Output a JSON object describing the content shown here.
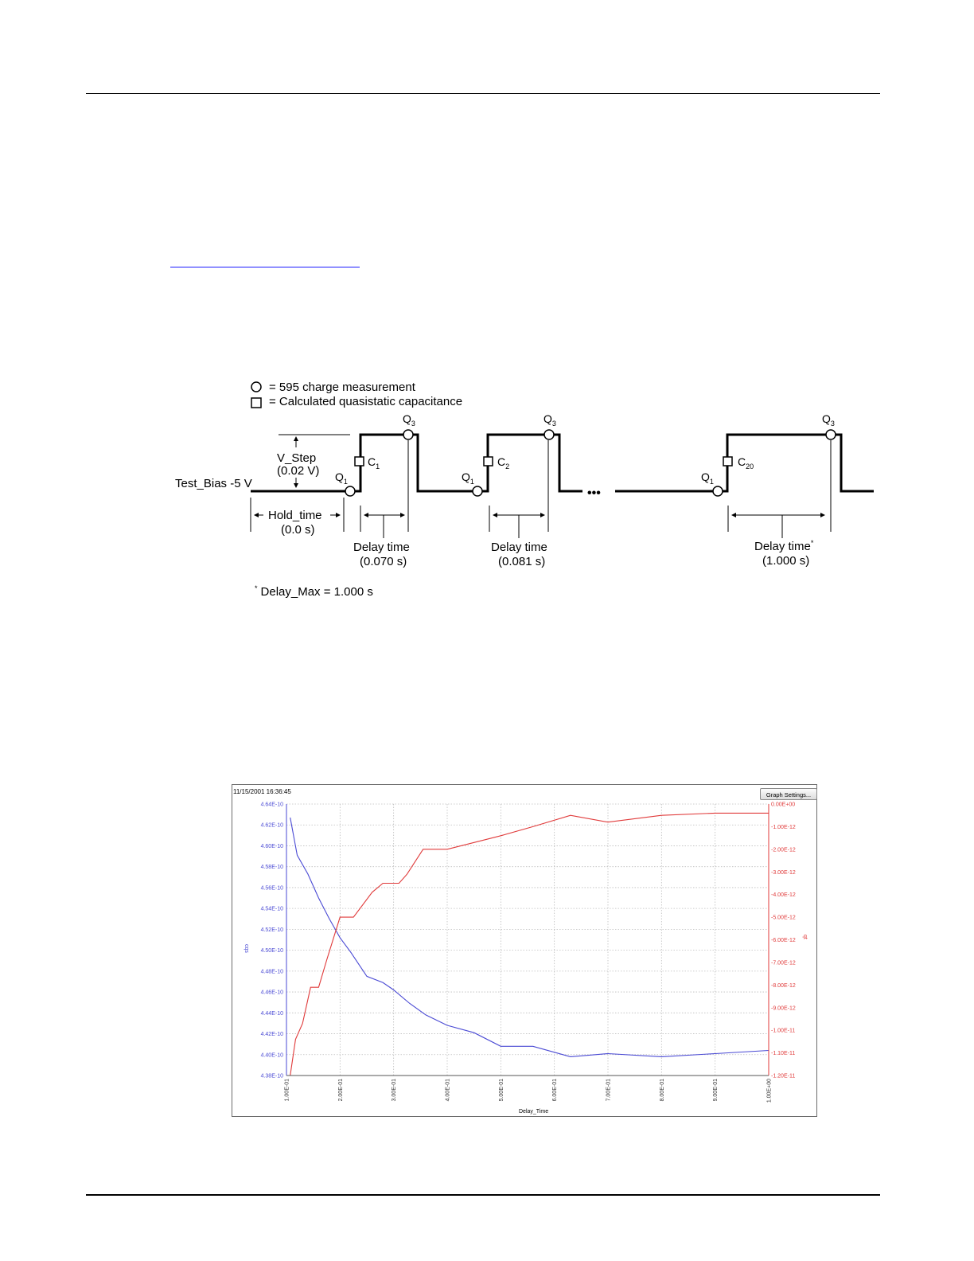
{
  "diagram": {
    "legend_circle": "=  595 charge measurement",
    "legend_square": "=  Calculated quasistatic capacitance",
    "test_bias": "Test_Bias -5 V",
    "v_step": "V_Step",
    "v_step_value": "(0.02 V)",
    "hold_time": "Hold_time",
    "hold_time_value": "(0.0 s)",
    "q1": "Q",
    "q1_sub": "1",
    "q3": "Q",
    "q3_sub": "3",
    "c": "C",
    "c1_sub": "1",
    "c2_sub": "2",
    "c20_sub": "20",
    "delay_time": "Delay time",
    "delay1_value": "(0.070 s)",
    "delay2_value": "(0.081 s)",
    "delay3_value": "(1.000 s)",
    "asterisk": "*",
    "footnote": "Delay_Max = 1.000 s",
    "ellipsis": "•••"
  },
  "screen": {
    "timestamp": "11/15/2001 16:36:45",
    "graph_settings_label": "Graph Settings..."
  },
  "chart_data": {
    "type": "line",
    "xlabel": "Delay_Time",
    "ylabel_left": "cqs",
    "ylabel_right": "qt",
    "x_ticks": [
      "1.00E-01",
      "2.00E-01",
      "3.00E-01",
      "4.00E-01",
      "5.00E-01",
      "6.00E-01",
      "7.00E-01",
      "8.00E-01",
      "9.00E-01",
      "1.00E+00"
    ],
    "y_left_ticks": [
      "4.64E-10",
      "4.62E-10",
      "4.60E-10",
      "4.58E-10",
      "4.56E-10",
      "4.54E-10",
      "4.52E-10",
      "4.50E-10",
      "4.48E-10",
      "4.46E-10",
      "4.44E-10",
      "4.42E-10",
      "4.40E-10",
      "4.38E-10"
    ],
    "y_right_ticks": [
      "0.00E+00",
      "-1.00E-12",
      "-2.00E-12",
      "-3.00E-12",
      "-4.00E-12",
      "-5.00E-12",
      "-6.00E-12",
      "-7.00E-12",
      "-8.00E-12",
      "-9.00E-12",
      "-1.00E-11",
      "-1.10E-11",
      "-1.20E-11"
    ],
    "xlim": [
      0.1,
      1.0
    ],
    "ylim_left": [
      4.38e-10,
      4.64e-10
    ],
    "ylim_right": [
      -1.2e-11,
      0
    ],
    "grid": true,
    "colors": {
      "left": "#4a4ad4",
      "right": "#e03a3a"
    },
    "series": [
      {
        "axis": "left",
        "x": [
          0.107,
          0.12,
          0.14,
          0.16,
          0.18,
          0.2,
          0.22,
          0.25,
          0.28,
          0.3,
          0.33,
          0.36,
          0.4,
          0.45,
          0.5,
          0.56,
          0.63,
          0.7,
          0.8,
          0.9,
          1.0
        ],
        "values": [
          4.627e-10,
          4.591e-10,
          4.573e-10,
          4.55e-10,
          4.53e-10,
          4.512e-10,
          4.498e-10,
          4.475e-10,
          4.469e-10,
          4.462e-10,
          4.449e-10,
          4.438e-10,
          4.428e-10,
          4.421e-10,
          4.408e-10,
          4.408e-10,
          4.398e-10,
          4.401e-10,
          4.398e-10,
          4.401e-10,
          4.404e-10
        ]
      },
      {
        "axis": "right",
        "x": [
          0.107,
          0.117,
          0.13,
          0.145,
          0.16,
          0.175,
          0.2,
          0.225,
          0.26,
          0.28,
          0.31,
          0.325,
          0.355,
          0.4,
          0.45,
          0.5,
          0.56,
          0.63,
          0.7,
          0.8,
          0.9,
          1.0
        ],
        "values": [
          -1.2e-11,
          -1.04e-11,
          -9.7e-12,
          -8.1e-12,
          -8.1e-12,
          -6.9e-12,
          -5e-12,
          -5e-12,
          -3.9e-12,
          -3.5e-12,
          -3.5e-12,
          -3.1e-12,
          -2e-12,
          -2e-12,
          -1.7e-12,
          -1.4e-12,
          -1e-12,
          -5e-13,
          -8e-13,
          -5e-13,
          -4e-13,
          -4e-13
        ]
      }
    ]
  }
}
